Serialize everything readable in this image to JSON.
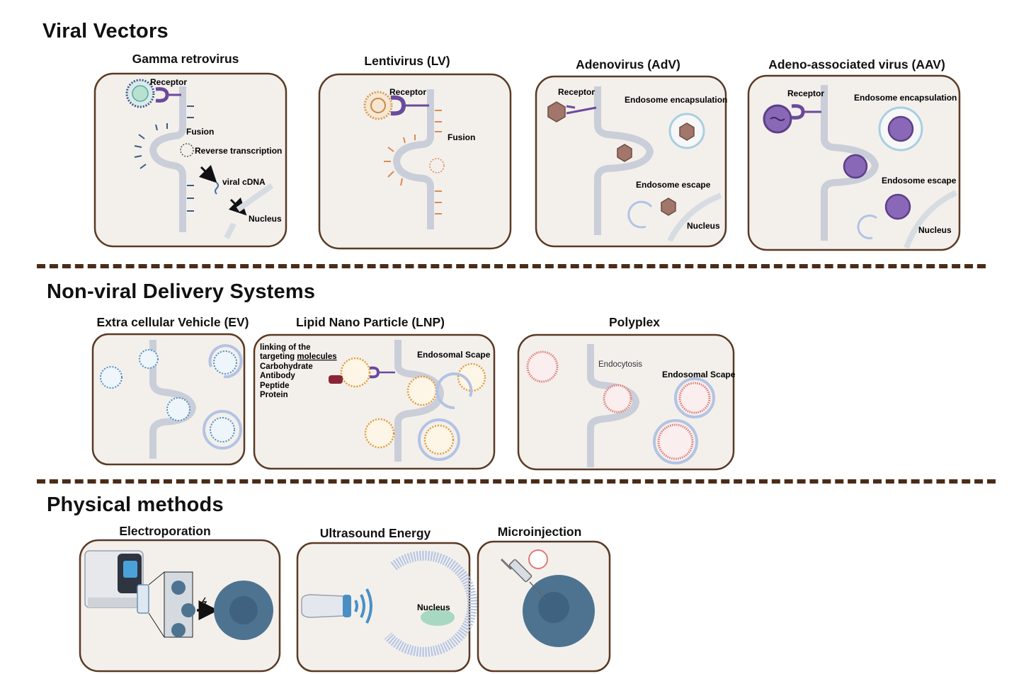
{
  "sections": {
    "viral": {
      "title": "Viral Vectors"
    },
    "nonviral": {
      "title": "Non-viral Delivery Systems"
    },
    "physical": {
      "title": "Physical methods"
    }
  },
  "panels": {
    "gamma": {
      "title": "Gamma retrovirus",
      "receptor": "Receptor",
      "fusion": "Fusion",
      "rt": "Reverse transcription",
      "cdna": "viral cDNA",
      "nucleus": "Nucleus"
    },
    "lenti": {
      "title": "Lentivirus (LV)",
      "receptor": "Receptor",
      "fusion": "Fusion"
    },
    "adv": {
      "title": "Adenovirus (AdV)",
      "receptor": "Receptor",
      "encap": "Endosome encapsulation",
      "escape": "Endosome escape",
      "nucleus": "Nucleus"
    },
    "aav": {
      "title": "Adeno-associated virus (AAV)",
      "receptor": "Receptor",
      "encap": "Endosome encapsulation",
      "escape": "Endosome escape",
      "nucleus": "Nucleus"
    },
    "ev": {
      "title": "Extra cellular Vehicle (EV)"
    },
    "lnp": {
      "title": "Lipid Nano Particle (LNP)",
      "line1": "linking of the",
      "line2a": "targeting ",
      "line2b": "molecules",
      "line3": "Carbohydrate",
      "line4": "Antibody",
      "line5": "Peptide",
      "line6": "Protein",
      "scape": "Endosomal Scape"
    },
    "polyplex": {
      "title": "Polyplex",
      "endocytosis": "Endocytosis",
      "scape": "Endosomal Scape"
    },
    "electro": {
      "title": "Electroporation"
    },
    "ultra": {
      "title": "Ultrasound Energy",
      "nucleus": "Nucleus"
    },
    "micro": {
      "title": "Microinjection"
    }
  },
  "colors": {
    "panel_fill": "#f3f0ec",
    "panel_border": "#5a3a24",
    "divider": "#4a2c17",
    "membrane": "#c9ced8",
    "virus_purple": "#8a68b8",
    "adv_brown": "#a2766a",
    "lnp_orange": "#e39a3a",
    "ev_blue": "#4a8fc4",
    "polyplex_red": "#e07a78",
    "cell_blue": "#4d7390"
  }
}
